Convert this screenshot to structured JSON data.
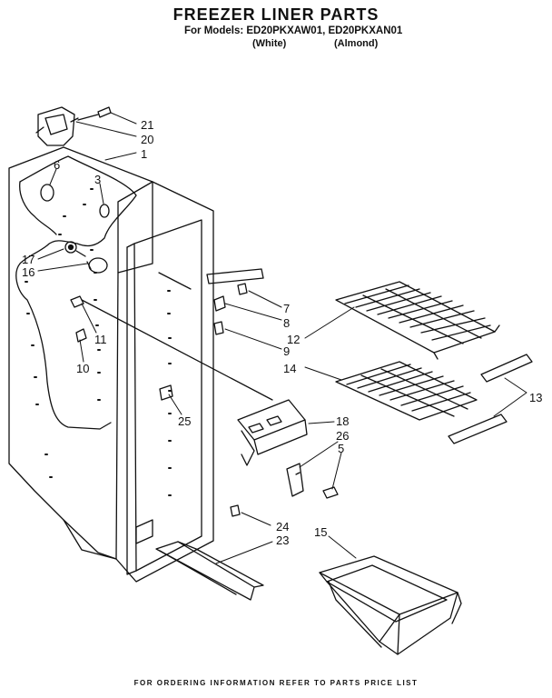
{
  "header": {
    "title": "FREEZER LINER PARTS",
    "models_line": "For Models: ED20PKXAW01, ED20PKXAN01",
    "variant_white": "(White)",
    "variant_almond": "(Almond)"
  },
  "callouts": {
    "p21": "21",
    "p20": "20",
    "p1": "1",
    "p6": "6",
    "p3": "3",
    "p17": "17",
    "p16": "16",
    "p11": "11",
    "p10": "10",
    "p7": "7",
    "p8": "8",
    "p9": "9",
    "p12": "12",
    "p14": "14",
    "p13": "13",
    "p18": "18",
    "p25": "25",
    "p26": "26",
    "p5": "5",
    "p24": "24",
    "p23": "23",
    "p15": "15"
  },
  "footer": {
    "note": "FOR ORDERING INFORMATION REFER TO PARTS PRICE LIST"
  }
}
